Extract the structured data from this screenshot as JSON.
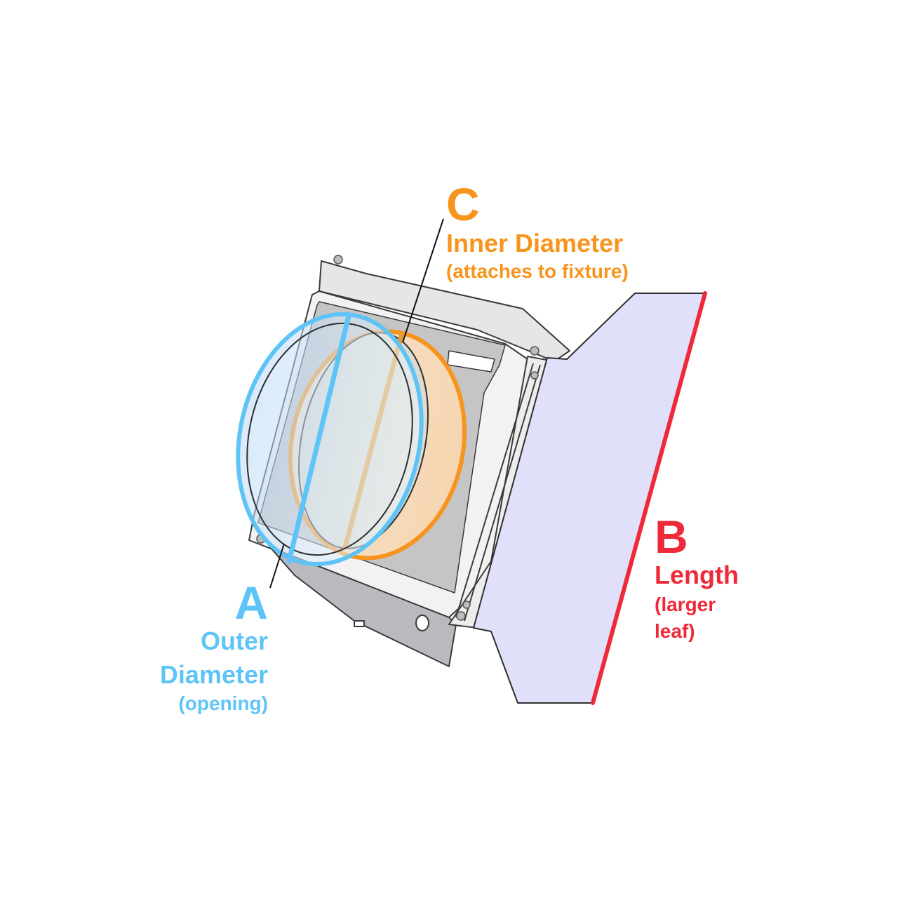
{
  "colors": {
    "outer_diameter": "#5ec4f7",
    "inner_diameter": "#f7941d",
    "length": "#ee2a3a",
    "leaf_fill": "#e0e0fb",
    "housing_fill": "#e6e6e6",
    "housing_stroke": "#3a3a3a"
  },
  "labels": {
    "A": {
      "letter": "A",
      "title_line1": "Outer",
      "title_line2": "Diameter",
      "note": "(opening)"
    },
    "B": {
      "letter": "B",
      "title": "Length",
      "note_line1": "(larger",
      "note_line2": "leaf)"
    },
    "C": {
      "letter": "C",
      "title": "Inner Diameter",
      "note": "(attaches to fixture)"
    }
  }
}
